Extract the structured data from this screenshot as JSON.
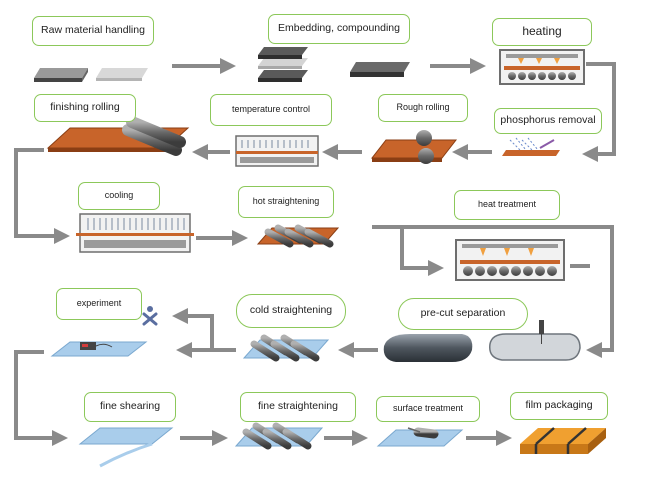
{
  "colors": {
    "label_border": "#8cc85a",
    "arrow": "#8a8a8a",
    "copper": "#c8642a",
    "roller": "#6e6e6e",
    "sheet": "#a9cdeb",
    "heater": "#f0a040"
  },
  "steps": [
    {
      "id": "raw-material-handling",
      "label": "Raw material handling"
    },
    {
      "id": "embedding-compounding",
      "label": "Embedding, compounding"
    },
    {
      "id": "heating",
      "label": "heating"
    },
    {
      "id": "phosphorus-removal",
      "label": "phosphorus removal"
    },
    {
      "id": "rough-rolling",
      "label": "Rough rolling"
    },
    {
      "id": "temperature-control",
      "label": "temperature control"
    },
    {
      "id": "finishing-rolling",
      "label": "finishing rolling"
    },
    {
      "id": "cooling",
      "label": "cooling"
    },
    {
      "id": "hot-straightening",
      "label": "hot straightening"
    },
    {
      "id": "heat-treatment",
      "label": "heat treatment"
    },
    {
      "id": "pre-cut-separation",
      "label": "pre-cut separation"
    },
    {
      "id": "cold-straightening",
      "label": "cold straightening"
    },
    {
      "id": "experiment",
      "label": "experiment"
    },
    {
      "id": "fine-shearing",
      "label": "fine shearing"
    },
    {
      "id": "fine-straightening",
      "label": "fine straightening"
    },
    {
      "id": "surface-treatment",
      "label": "surface treatment"
    },
    {
      "id": "film-packaging",
      "label": "film packaging"
    }
  ]
}
